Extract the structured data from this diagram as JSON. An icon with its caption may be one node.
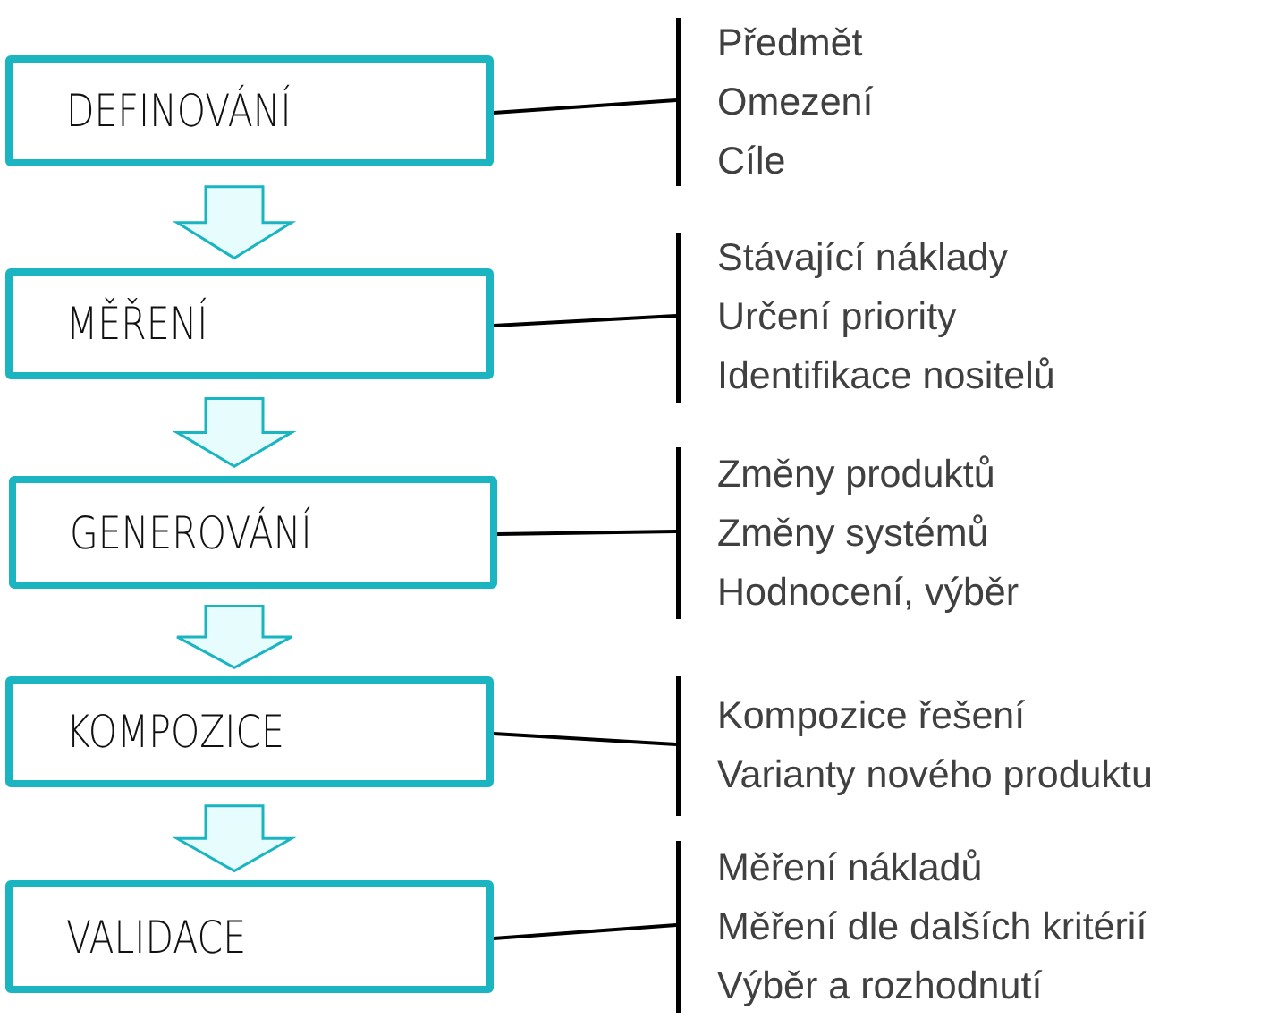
{
  "diagram": {
    "nodes": [
      {
        "text": [
          "DEFINOVÁNÍ"
        ]
      },
      {
        "text": [
          "MĚŘENÍ"
        ]
      },
      {
        "text": [
          "GENEROVÁNÍ"
        ]
      },
      {
        "text": [
          "KOMPOZICE"
        ]
      },
      {
        "text": [
          "VALIDACE"
        ]
      },
      {
        "text": [
          "Předmět",
          "Omezení",
          "Cíle"
        ]
      },
      {
        "text": [
          "Stávající náklady",
          "Určení priority",
          "Identifikace nositelů"
        ]
      },
      {
        "text": [
          "Změny produktů",
          "Změny systémů",
          "Hodnocení, výběr"
        ]
      },
      {
        "text": [
          "Kompozice řešení",
          "Varianty nového produktu"
        ]
      },
      {
        "text": [
          "Měření nákladů",
          "Měření dle dalších kritérií",
          "Výběr a rozhodnutí"
        ]
      }
    ],
    "edges": [
      {
        "from": 0,
        "to": 1,
        "arrow": "to"
      },
      {
        "from": 1,
        "to": 2,
        "arrow": "to"
      },
      {
        "from": 2,
        "to": 3,
        "arrow": "to"
      },
      {
        "from": 3,
        "to": 4,
        "arrow": "to"
      },
      {
        "from": 0,
        "to": 5,
        "arrow": "none"
      },
      {
        "from": 1,
        "to": 6,
        "arrow": "none"
      },
      {
        "from": 2,
        "to": 7,
        "arrow": "none"
      },
      {
        "from": 3,
        "to": 8,
        "arrow": "none"
      },
      {
        "from": 4,
        "to": 9,
        "arrow": "none"
      }
    ]
  }
}
